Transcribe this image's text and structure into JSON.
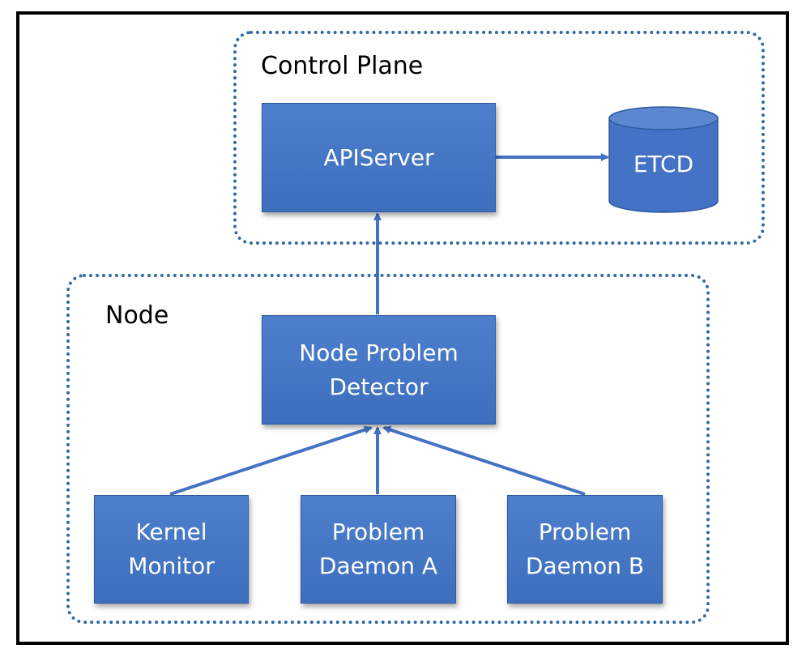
{
  "regions": {
    "control_plane": {
      "label": "Control Plane"
    },
    "node": {
      "label": "Node"
    }
  },
  "components": {
    "apiserver": "APIServer",
    "etcd": "ETCD",
    "node_problem_detector": "Node Problem\nDetector",
    "kernel_monitor": "Kernel\nMonitor",
    "problem_daemon_a": "Problem\nDaemon A",
    "problem_daemon_b": "Problem\nDaemon B"
  },
  "colors": {
    "box_fill": "#4472c4",
    "arrow": "#4472c4",
    "region_border": "#2f6aa5"
  }
}
